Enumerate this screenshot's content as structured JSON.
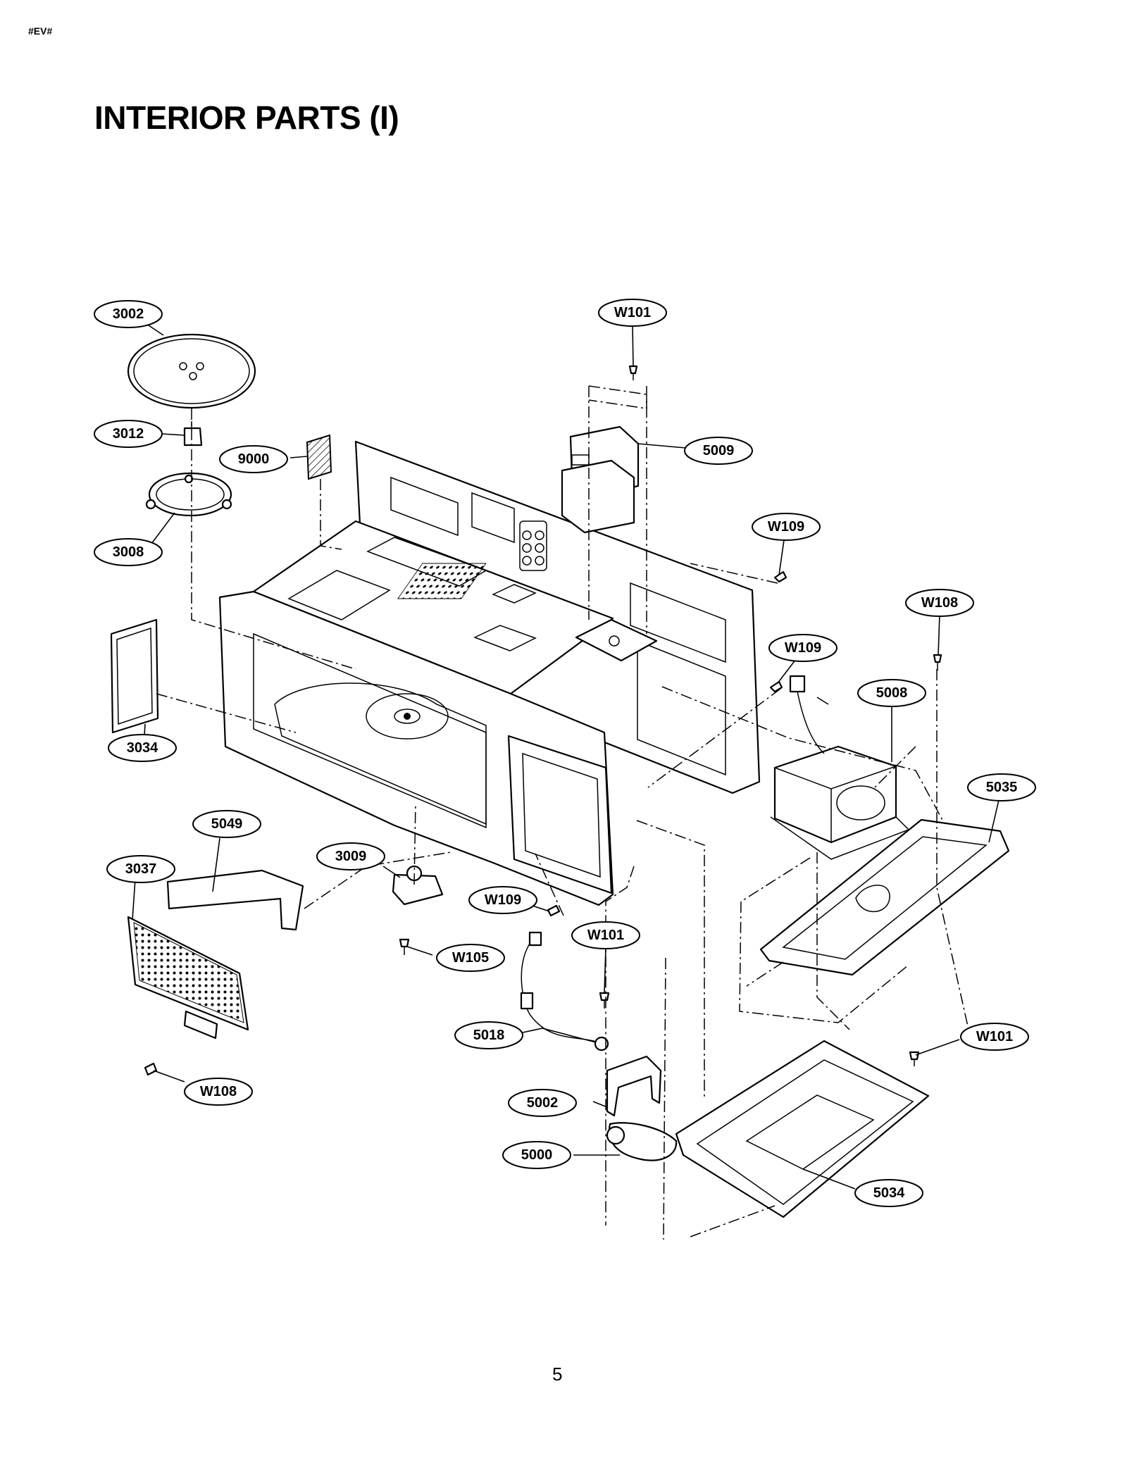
{
  "header": {
    "tag": "#EV#",
    "title": "INTERIOR PARTS (I)"
  },
  "footer": {
    "page_number": "5"
  },
  "callouts": [
    "3002",
    "3012",
    "3008",
    "9000",
    "3034",
    "5049",
    "3037",
    "3009",
    "W109",
    "W105",
    "W108",
    "W101",
    "5009",
    "W109",
    "W108",
    "W109",
    "5008",
    "5035",
    "W101",
    "5018",
    "5002",
    "5000",
    "W101",
    "5034"
  ]
}
